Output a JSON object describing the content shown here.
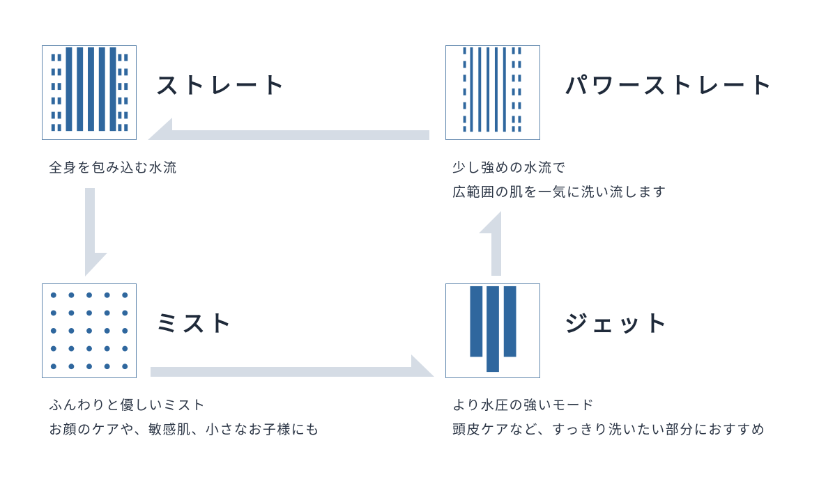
{
  "modes": {
    "straight": {
      "title": "ストレート",
      "lines": [
        "全身を包み込む水流"
      ],
      "icon": "straight-shower-icon"
    },
    "power_straight": {
      "title": "パワーストレート",
      "lines": [
        "少し強めの水流で",
        "広範囲の肌を一気に洗い流します"
      ],
      "icon": "power-straight-shower-icon"
    },
    "mist": {
      "title": "ミスト",
      "lines": [
        "ふんわりと優しいミスト",
        "お顔のケアや、敏感肌、小さなお子様にも"
      ],
      "icon": "mist-shower-icon"
    },
    "jet": {
      "title": "ジェット",
      "lines": [
        "より水圧の強いモード",
        "頭皮ケアなど、すっきり洗いたい部分におすすめ"
      ],
      "icon": "jet-shower-icon"
    }
  },
  "colors": {
    "icon_blue": "#2f679e",
    "icon_border": "#5f86ad",
    "arrow": "#d5dce5",
    "text": "#1f2a3a"
  }
}
